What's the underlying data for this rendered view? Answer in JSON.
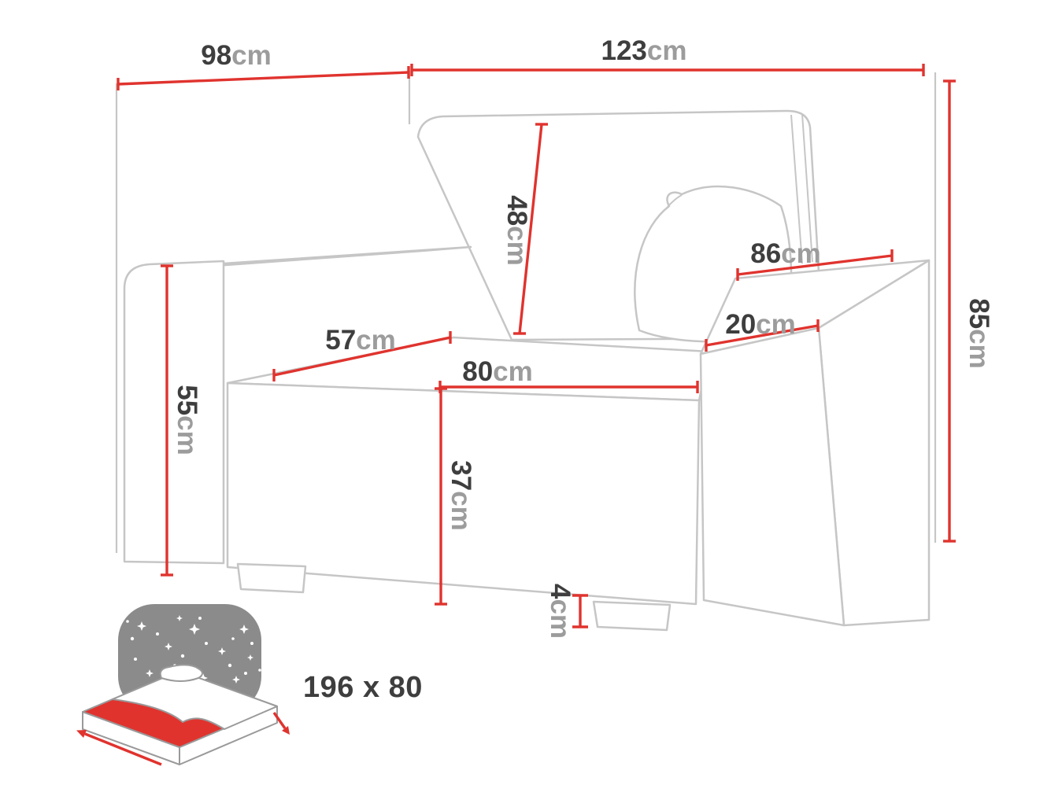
{
  "diagram_type": "sofa-armchair dimension drawing",
  "colors": {
    "dimension_line": "#e0332e",
    "outline_gray": "#c6c6c6",
    "value_text": "#3e3e3e",
    "unit_text": "#9c9c9c",
    "night_sky_gray": "#8b8b8b",
    "mattress_red": "#e0332e"
  },
  "icons": {
    "sleeping_function": "bed-with-night-sky-stars-icon"
  },
  "dimensions": {
    "back_depth": {
      "value": "98",
      "unit": "cm"
    },
    "width": {
      "value": "123",
      "unit": "cm"
    },
    "height": {
      "value": "85",
      "unit": "cm"
    },
    "backrest": {
      "value": "48",
      "unit": "cm"
    },
    "armrest_length": {
      "value": "86",
      "unit": "cm"
    },
    "armrest_width": {
      "value": "20",
      "unit": "cm"
    },
    "seat_depth": {
      "value": "57",
      "unit": "cm"
    },
    "seat_width": {
      "value": "80",
      "unit": "cm"
    },
    "armrest_height": {
      "value": "55",
      "unit": "cm"
    },
    "seat_height": {
      "value": "37",
      "unit": "cm"
    },
    "leg_height": {
      "value": "4",
      "unit": "cm"
    },
    "sleeping_area": {
      "value": "196 x 80"
    }
  }
}
